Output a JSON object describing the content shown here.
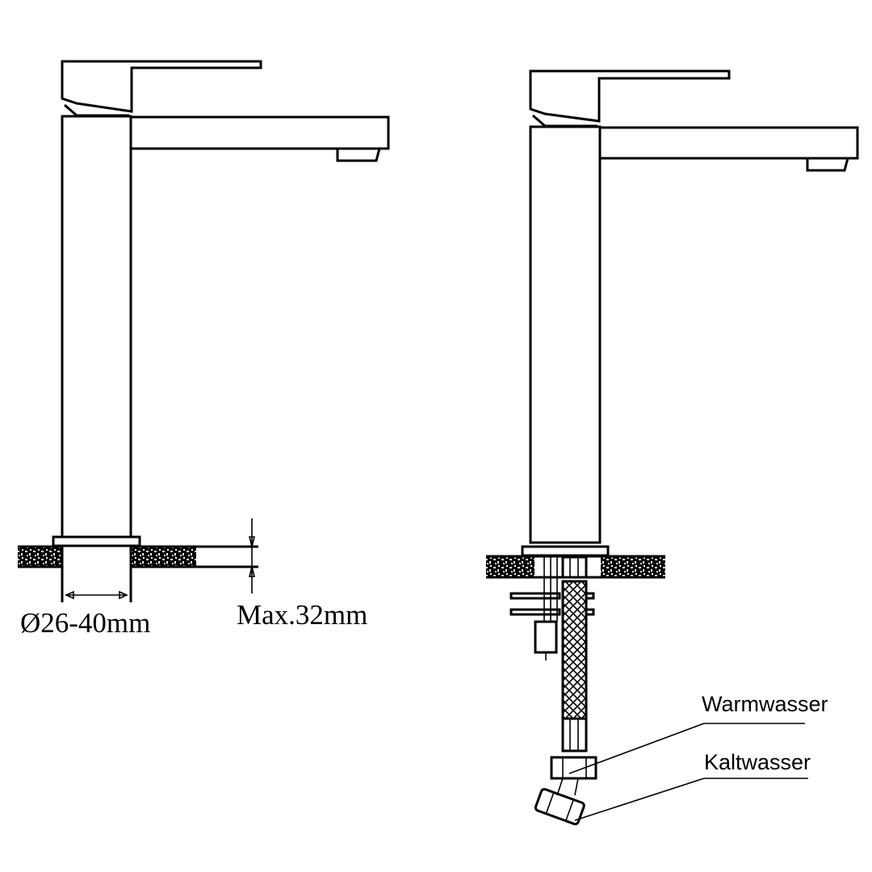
{
  "left_view": {
    "hole_diameter_label": "Ø26-40mm",
    "max_thickness_label": "Max.32mm"
  },
  "right_view": {
    "warm_water_label": "Warmwasser",
    "cold_water_label": "Kaltwasser"
  },
  "colors": {
    "line": "#000000",
    "background": "#ffffff"
  }
}
